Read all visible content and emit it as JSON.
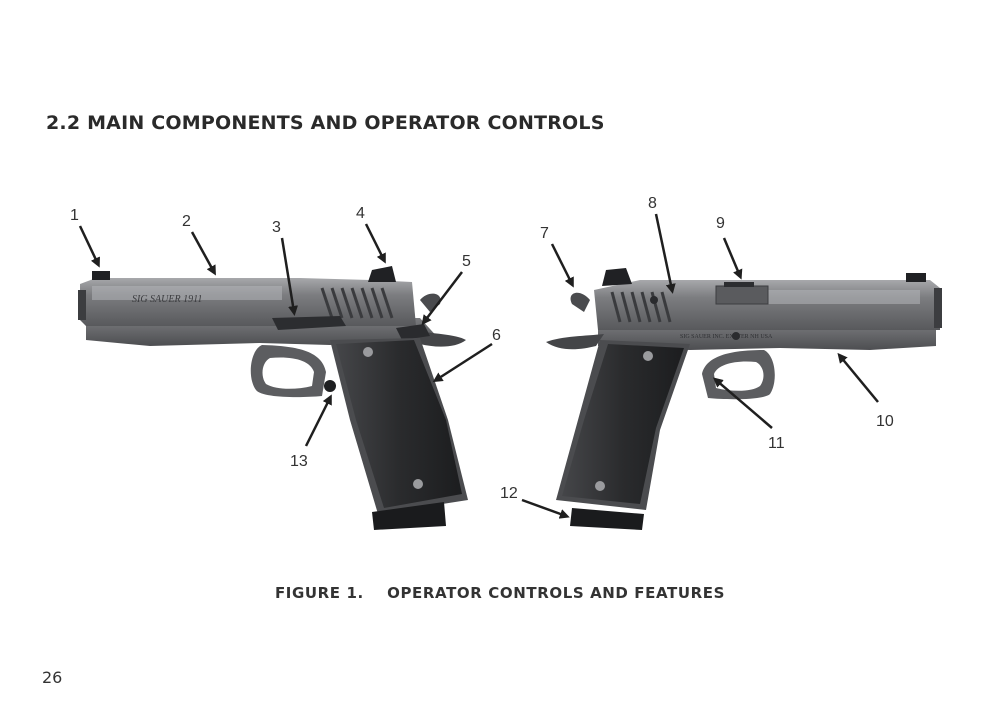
{
  "section": {
    "heading": "2.2  MAIN COMPONENTS AND OPERATOR CONTROLS"
  },
  "figure": {
    "caption": "FIGURE 1.    OPERATOR CONTROLS AND FEATURES",
    "left_view": {
      "slide_marking": "SIG SAUER 1911",
      "callouts": [
        "1",
        "2",
        "3",
        "4",
        "5",
        "6",
        "13"
      ]
    },
    "right_view": {
      "frame_marking": "SIG SAUER INC. EXETER NH USA",
      "callouts": [
        "7",
        "8",
        "9",
        "10",
        "11",
        "12"
      ]
    }
  },
  "page": {
    "number": "26"
  },
  "colors": {
    "metal": "#6e6f72",
    "metal_light": "#9a9b9e",
    "metal_dark": "#3c3d40",
    "grip": "#2b2c2e",
    "arrow": "#1f1f1f"
  }
}
